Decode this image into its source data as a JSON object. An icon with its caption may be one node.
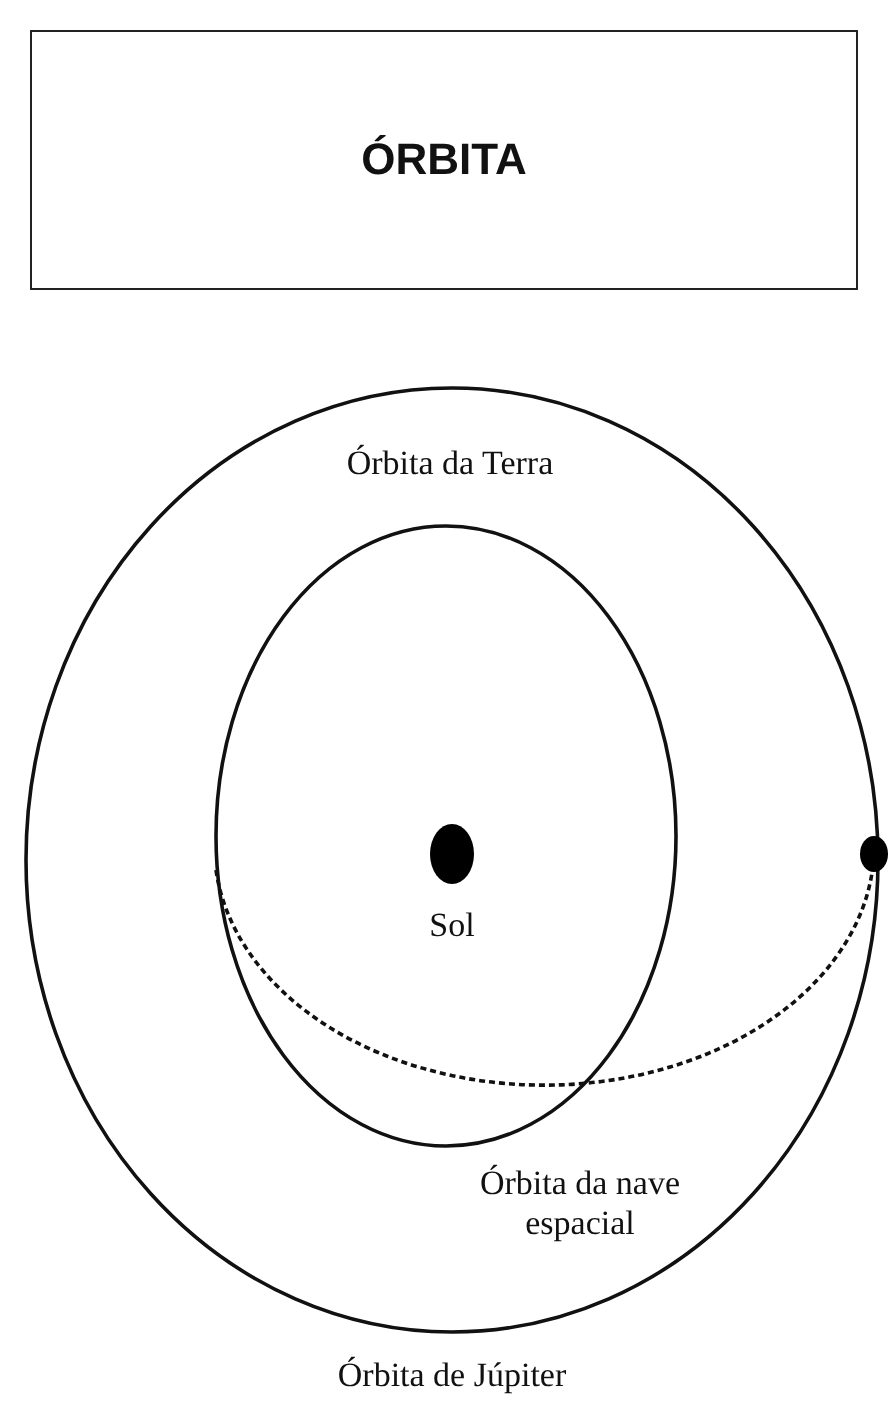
{
  "diagram": {
    "title": "ÓRBITA",
    "labels": [
      "Órbita da Terra",
      "Sol",
      "Órbita da nave espacial",
      "Órbita de Júpiter"
    ]
  }
}
